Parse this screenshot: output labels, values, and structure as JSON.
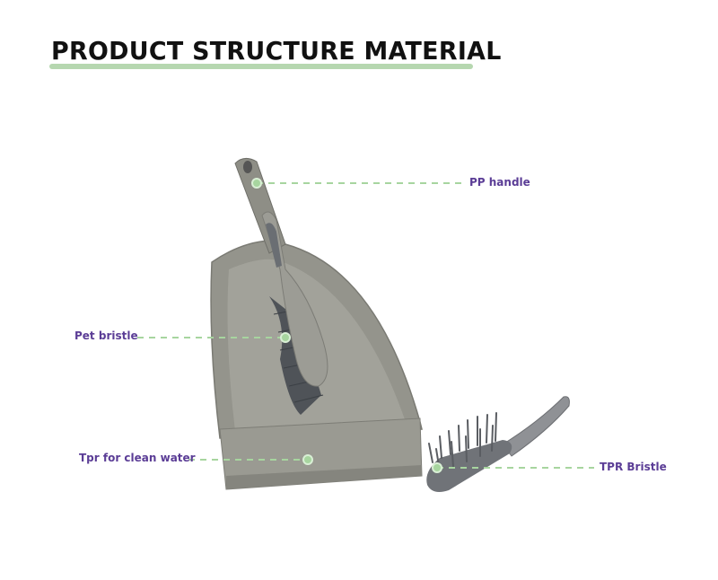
{
  "title": "PRODUCT STRUCTURE MATERIAL",
  "labels": {
    "pp_handle": "PP handle",
    "pet_bristle": "Pet bristle",
    "tpr_clean_water": "Tpr for clean water",
    "tpr_bristle": "TPR Bristle"
  },
  "colors": {
    "label": "#5b3d96",
    "leader": "#a7d59f",
    "underline": "#b6d7b0",
    "product": "#8c8c84"
  }
}
